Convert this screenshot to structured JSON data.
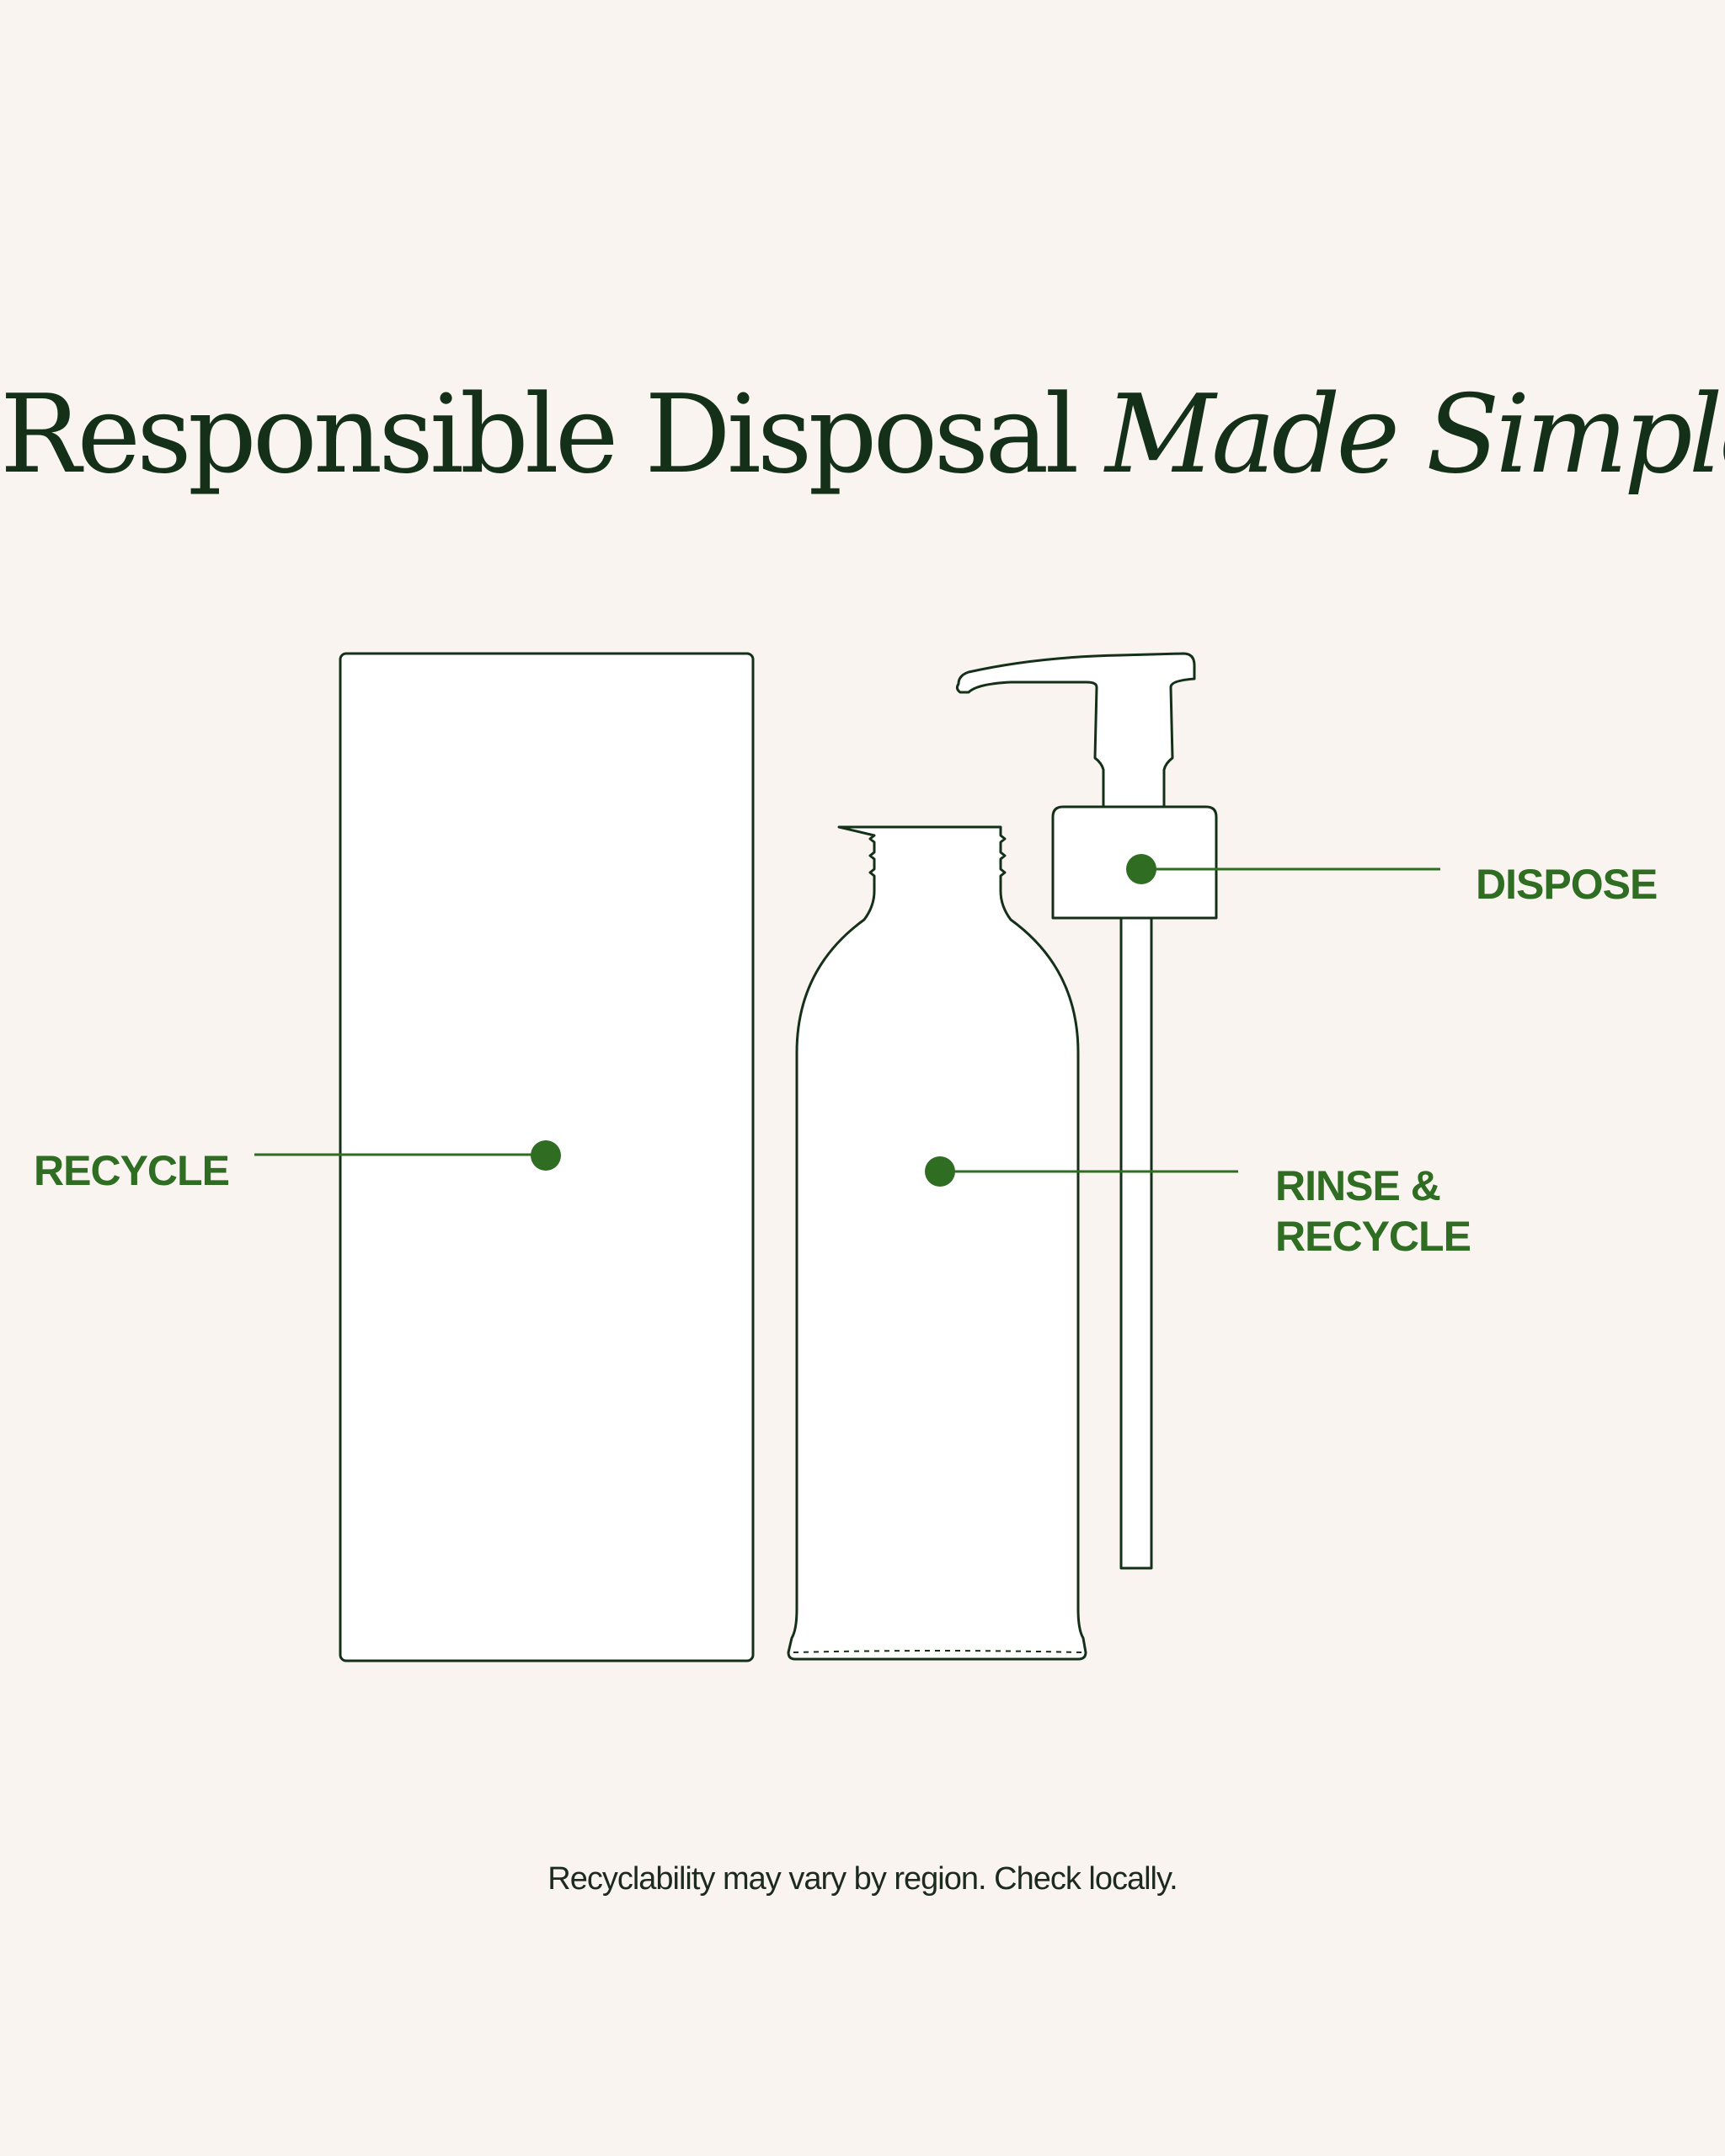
{
  "title": {
    "plain": "Responsible Disposal",
    "emphasis": "Made Simple"
  },
  "labels": {
    "box": "RECYCLE",
    "pump": "DISPOSE",
    "bottle_line1": "RINSE &",
    "bottle_line2": "RECYCLE"
  },
  "footnote": "Recyclability may vary by region. Check locally.",
  "colors": {
    "background": "#faf4f1",
    "outline": "#143018",
    "accent": "#2f6d22"
  }
}
